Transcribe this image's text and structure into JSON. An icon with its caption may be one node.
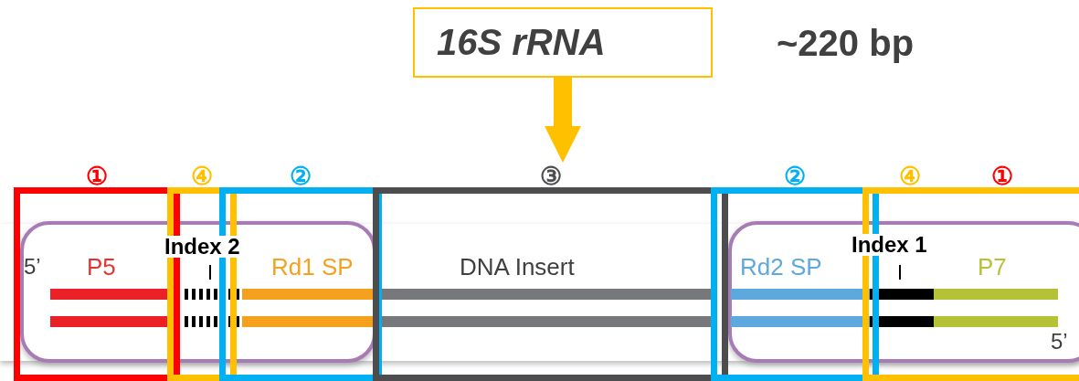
{
  "diagram": {
    "nodes": [
      {
        "text": [
          "16S rRNA"
        ]
      },
      {
        "text": [
          "①"
        ]
      },
      {
        "text": [
          "④"
        ]
      },
      {
        "text": [
          "②"
        ]
      },
      {
        "text": [
          "③"
        ]
      },
      {
        "text": [
          "②"
        ]
      },
      {
        "text": [
          "④"
        ]
      }
    ],
    "edges": [
      {
        "from": 0,
        "to": 4,
        "arrow": "to"
      }
    ],
    "labels": [
      "~220 bp",
      "①",
      "Index 2",
      "Index 1",
      "5’",
      "P5",
      "Rd1 SP",
      "DNA Insert",
      "Rd2 SP",
      "P7",
      "5’"
    ]
  }
}
